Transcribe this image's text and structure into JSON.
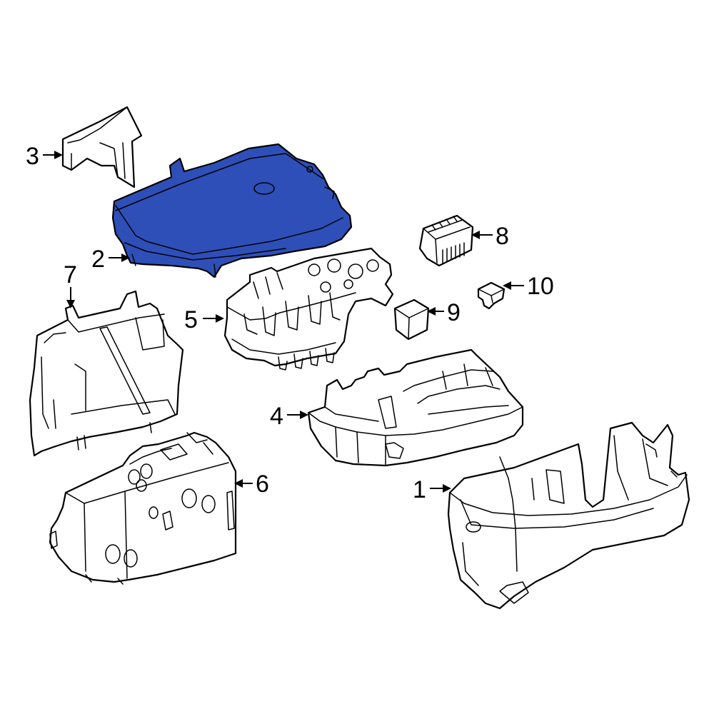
{
  "colors": {
    "highlight": "#2E4FB8",
    "line": "#000000",
    "background": "#ffffff"
  },
  "callouts": {
    "c1": "1",
    "c2": "2",
    "c3": "3",
    "c4": "4",
    "c5": "5",
    "c6": "6",
    "c7": "7",
    "c8": "8",
    "c9": "9",
    "c10": "10"
  },
  "highlighted_part": "2"
}
